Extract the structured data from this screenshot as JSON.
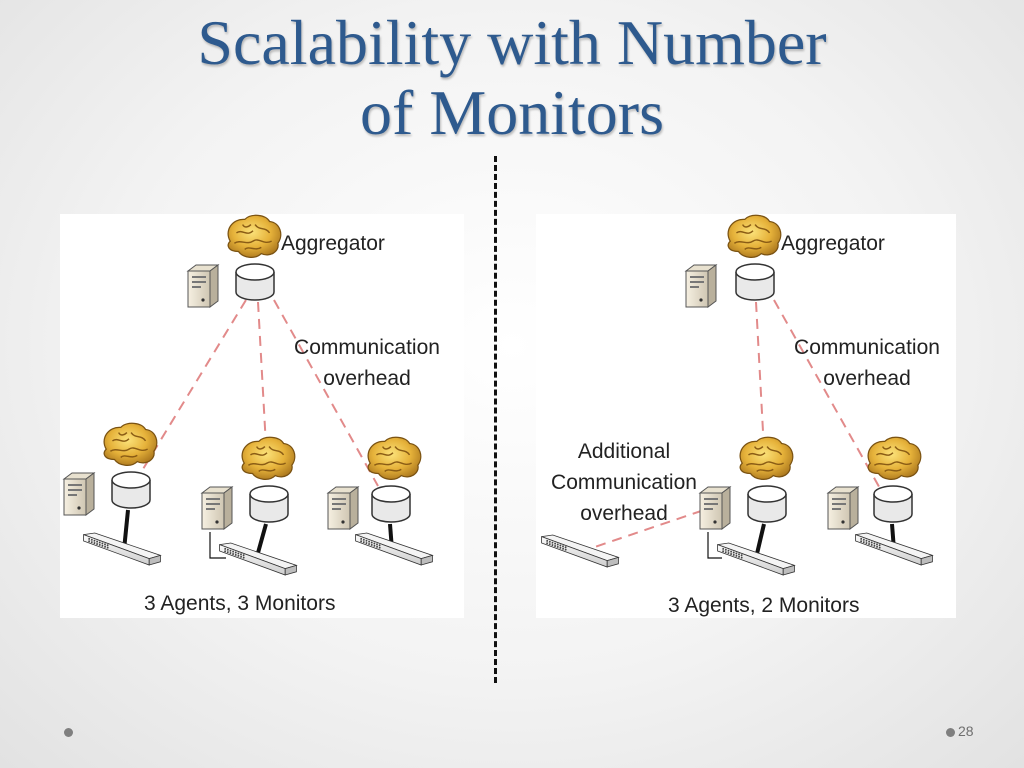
{
  "slide": {
    "title_line1": "Scalability with Number",
    "title_line2": "of Monitors",
    "page_number": "28"
  },
  "left_diagram": {
    "aggregator_label": "Aggregator",
    "comm_label_line1": "Communication",
    "comm_label_line2": "overhead",
    "caption": "3 Agents, 3 Monitors"
  },
  "right_diagram": {
    "aggregator_label": "Aggregator",
    "comm_label_line1": "Communication",
    "comm_label_line2": "overhead",
    "additional_line1": "Additional",
    "additional_line2": "Communication",
    "additional_line3": "overhead",
    "caption": "3 Agents, 2 Monitors"
  },
  "colors": {
    "title": "#2e5a8e",
    "link_dashed": "#e28a8a",
    "divider": "#111111"
  },
  "icons": [
    "brain-icon",
    "server-icon",
    "database-icon",
    "network-switch-icon"
  ]
}
